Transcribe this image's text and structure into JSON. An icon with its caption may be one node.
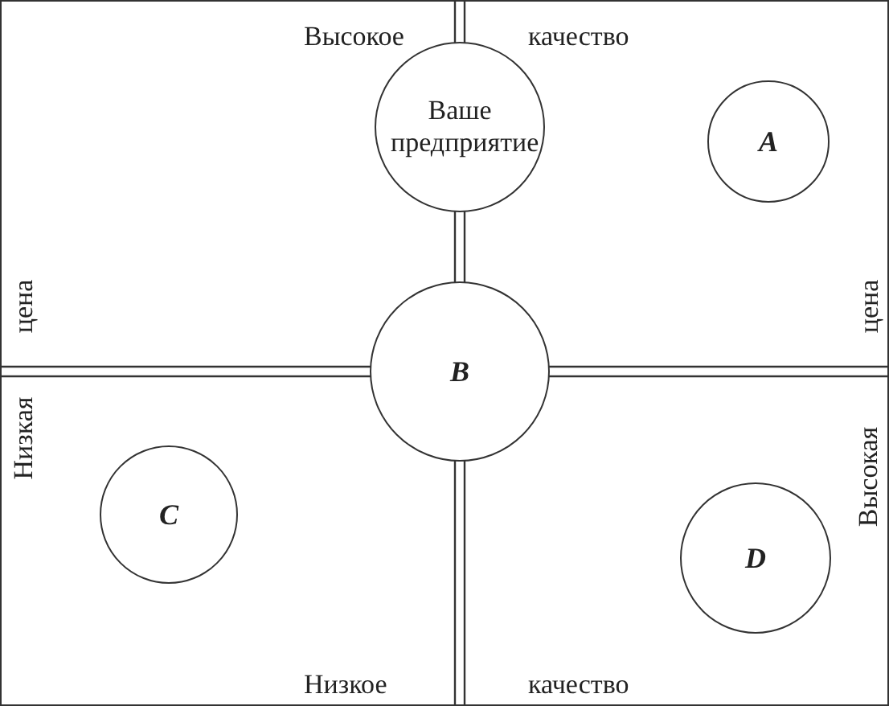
{
  "diagram": {
    "nodes": [
      {
        "text": [
          "Ваше предприятие"
        ]
      },
      {
        "text": [
          "A"
        ]
      },
      {
        "text": [
          "B"
        ]
      },
      {
        "text": [
          "C"
        ]
      },
      {
        "text": [
          "D"
        ]
      }
    ],
    "labels": [
      "Высокое",
      "качество",
      "Низкая",
      "цена",
      "Высокая",
      "цена",
      "Низкое",
      "качество"
    ]
  }
}
